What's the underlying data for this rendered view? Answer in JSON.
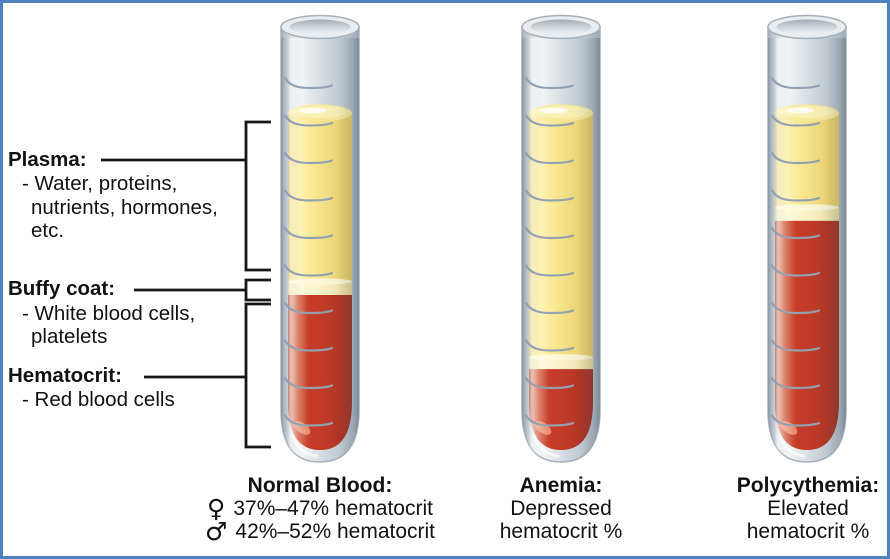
{
  "colors": {
    "frame": "#4f81bd",
    "background": "#ffffff",
    "plasma": "#f6e182",
    "buffy_coat": "#fbf3c8",
    "red_cells": "#c63a26",
    "glass": "#d6dce1",
    "tick": "#93a2b2",
    "annotation_line": "#161616"
  },
  "labels": {
    "plasma": {
      "title": "Plasma:",
      "lines": [
        "- Water, proteins,",
        "nutrients, hormones,",
        "etc."
      ]
    },
    "buffy_coat": {
      "title": "Buffy coat:",
      "lines": [
        "- White blood cells,",
        "platelets"
      ]
    },
    "hematocrit": {
      "title": "Hematocrit:",
      "lines": [
        "- Red blood cells"
      ]
    }
  },
  "tubes": [
    {
      "name": "Normal Blood",
      "caption": {
        "title": "Normal Blood:",
        "female_symbol": "♀",
        "female_range": "37%–47% hematocrit",
        "male_symbol": "♂",
        "male_range": "42%–52% hematocrit"
      },
      "levels_pct": {
        "plasma": 50,
        "buffy_coat": 4,
        "red_cells": 46
      }
    },
    {
      "name": "Anemia",
      "caption": {
        "title": "Anemia:",
        "lines": [
          "Depressed",
          "hematocrit %"
        ]
      },
      "levels_pct": {
        "plasma": 72.5,
        "buffy_coat": 3.5,
        "red_cells": 24
      }
    },
    {
      "name": "Polycythemia",
      "caption": {
        "title": "Polycythemia:",
        "lines": [
          "Elevated",
          "hematocrit %"
        ]
      },
      "levels_pct": {
        "plasma": 28,
        "buffy_coat": 4,
        "red_cells": 68
      }
    }
  ]
}
